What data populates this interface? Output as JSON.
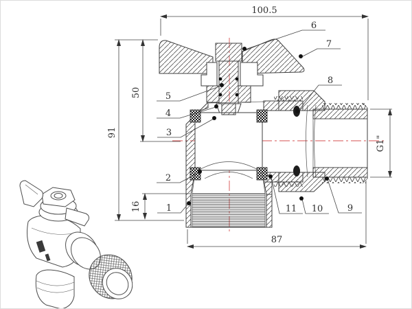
{
  "drawing": {
    "dimensions": {
      "overall_width": {
        "label": "100.5"
      },
      "overall_height": {
        "label": "91"
      },
      "stem_height": {
        "label": "50"
      },
      "thread_depth": {
        "label": "16"
      },
      "body_length": {
        "label": "87"
      },
      "outlet_thread": {
        "label": "G1\""
      }
    },
    "callouts": [
      {
        "label": "1"
      },
      {
        "label": "2"
      },
      {
        "label": "3"
      },
      {
        "label": "4"
      },
      {
        "label": "5"
      },
      {
        "label": "6"
      },
      {
        "label": "7"
      },
      {
        "label": "8"
      },
      {
        "label": "9"
      },
      {
        "label": "10"
      },
      {
        "label": "11"
      }
    ],
    "colors": {
      "centerline": "#d45252",
      "line": "#3e3e3e"
    }
  }
}
